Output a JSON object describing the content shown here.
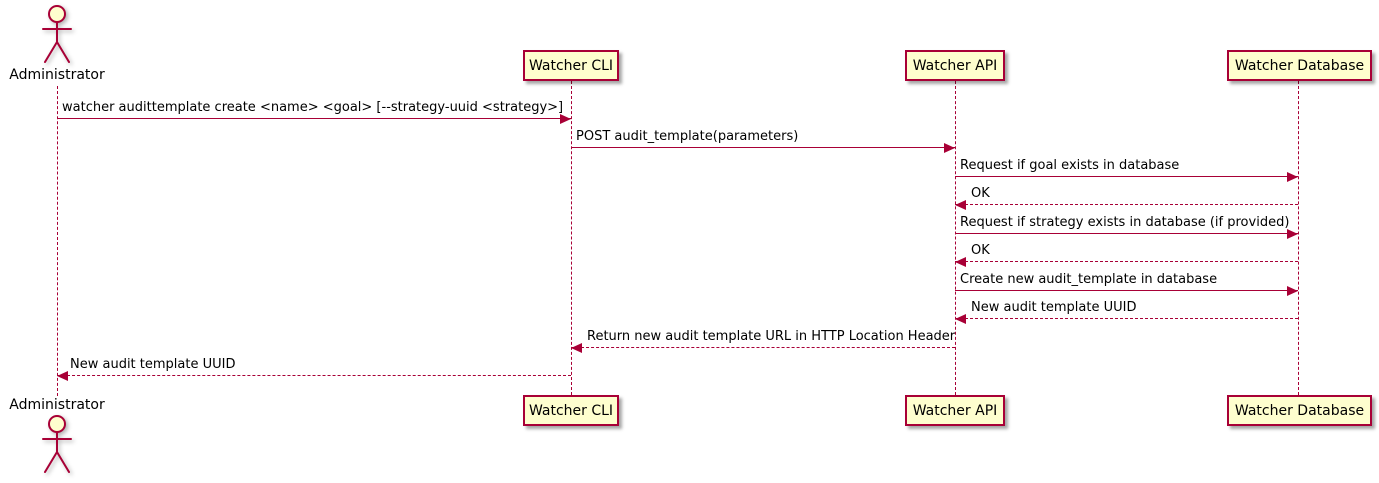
{
  "diagram": {
    "type": "sequence-diagram",
    "actor": {
      "name": "Administrator"
    },
    "participants": [
      {
        "name": "Watcher CLI"
      },
      {
        "name": "Watcher API"
      },
      {
        "name": "Watcher Database"
      }
    ],
    "messages": [
      {
        "from": "Administrator",
        "to": "Watcher CLI",
        "style": "solid",
        "label": "watcher audittemplate create <name> <goal> [--strategy-uuid <strategy>]"
      },
      {
        "from": "Watcher CLI",
        "to": "Watcher API",
        "style": "solid",
        "label": "POST audit_template(parameters)"
      },
      {
        "from": "Watcher API",
        "to": "Watcher Database",
        "style": "solid",
        "label": "Request if goal exists in database"
      },
      {
        "from": "Watcher Database",
        "to": "Watcher API",
        "style": "dashed",
        "label": "OK"
      },
      {
        "from": "Watcher API",
        "to": "Watcher Database",
        "style": "solid",
        "label": "Request if strategy exists in database (if provided)"
      },
      {
        "from": "Watcher Database",
        "to": "Watcher API",
        "style": "dashed",
        "label": "OK"
      },
      {
        "from": "Watcher API",
        "to": "Watcher Database",
        "style": "solid",
        "label": "Create new audit_template in database"
      },
      {
        "from": "Watcher Database",
        "to": "Watcher API",
        "style": "dashed",
        "label": "New audit template UUID"
      },
      {
        "from": "Watcher API",
        "to": "Watcher CLI",
        "style": "dashed",
        "label": "Return new audit template URL in HTTP Location Header"
      },
      {
        "from": "Watcher CLI",
        "to": "Administrator",
        "style": "dashed",
        "label": "New audit template UUID"
      }
    ],
    "colors": {
      "accent": "#A80036",
      "participant_fill": "#FEFECE",
      "text": "#000000",
      "background": "#FFFFFF"
    }
  }
}
